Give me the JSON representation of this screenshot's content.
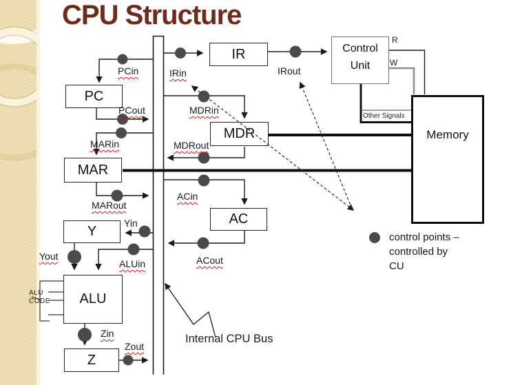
{
  "slide": {
    "title": "CPU Structure",
    "colors": {
      "title_color": "#6e2a1b",
      "point_color": "#4a4a4a",
      "underline_color": "#d11414",
      "sidebar_color": "#ecdcae",
      "line_color": "#1a1a1a"
    },
    "boxes": {
      "pc": "PC",
      "ir": "IR",
      "mdr": "MDR",
      "mar": "MAR",
      "ac": "AC",
      "y": "Y",
      "alu": "ALU",
      "z": "Z",
      "control_unit": "Control Unit",
      "memory": "Memory"
    },
    "signals": {
      "pcin": "PCin",
      "pcout": "PCout",
      "irin": "IRin",
      "irout": "IRout",
      "mdrin": "MDRin",
      "mdrout": "MDRout",
      "marin": "MARin",
      "marout": "MARout",
      "acin": "ACin",
      "acout": "ACout",
      "yin": "Yin",
      "yout": "Yout",
      "aluin": "ALUin",
      "zin": "Zin",
      "zout": "Zout",
      "read": "R",
      "write": "W",
      "other_signals": "Other Signals",
      "alu_code_line1": "ALU",
      "alu_code_line2": "CODE"
    },
    "annotations": {
      "bus_label": "Internal CPU Bus",
      "legend_line1": "control points –",
      "legend_line2": "controlled by",
      "legend_line3": "CU"
    }
  }
}
